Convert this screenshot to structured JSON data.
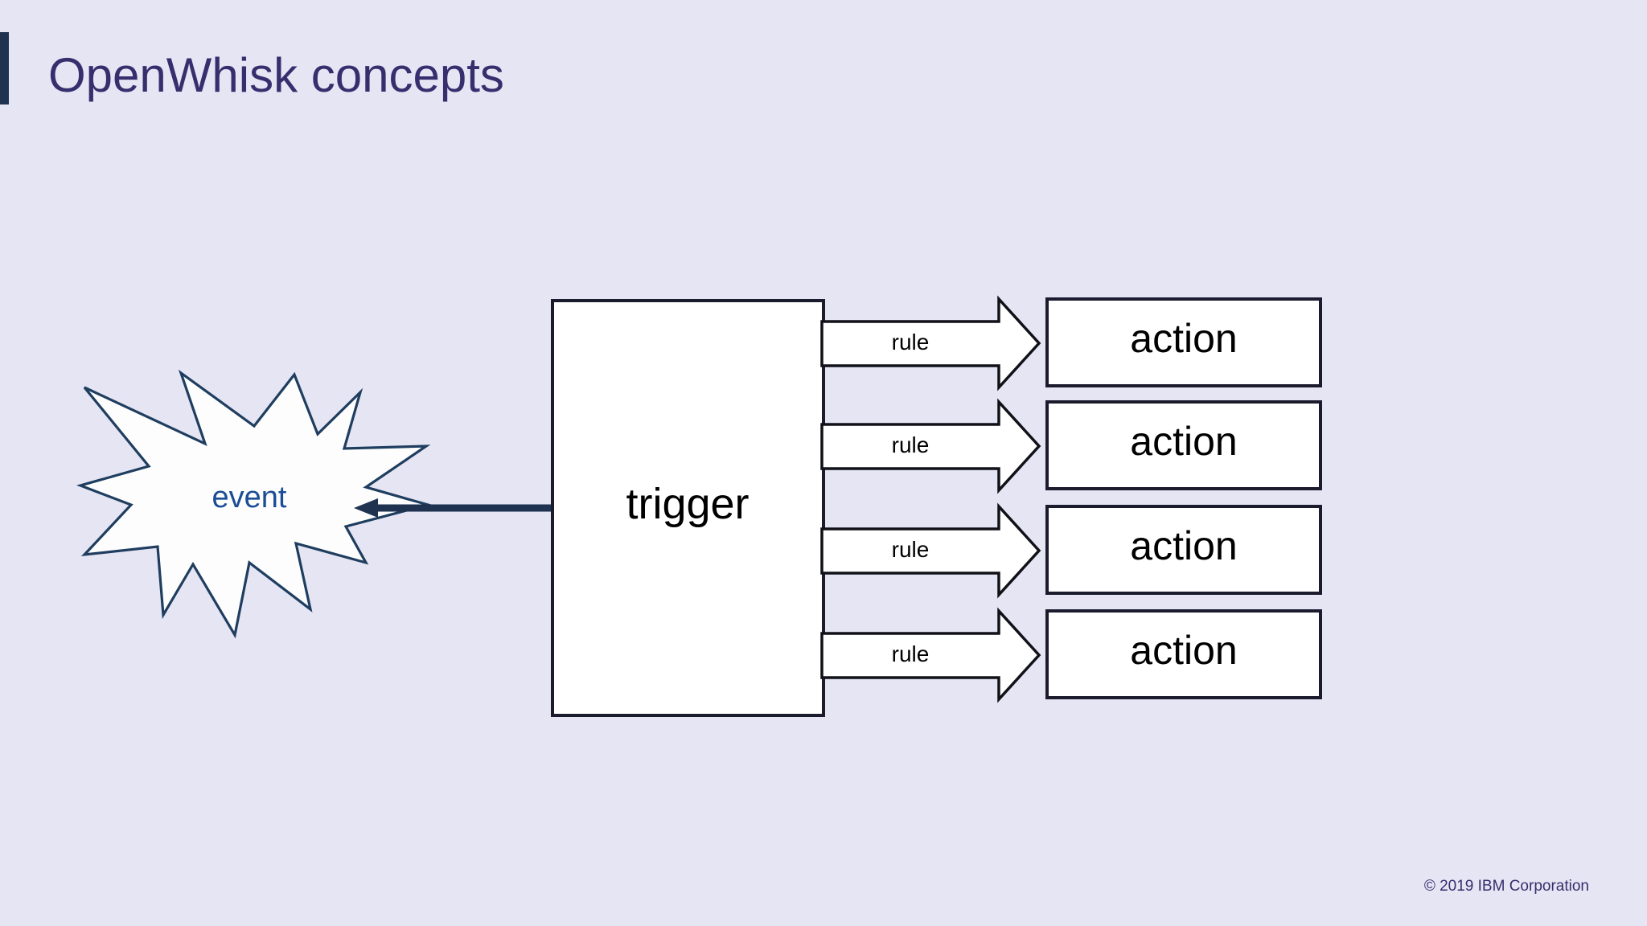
{
  "slide": {
    "title": "OpenWhisk concepts",
    "footer": "© 2019 IBM Corporation",
    "background_color": "#e6e5f4",
    "title_color": "#352f6e",
    "accent_bar_color": "#1f3350"
  },
  "diagram": {
    "event": {
      "label": "event",
      "shape": "starburst",
      "text_color": "#1b4d96",
      "stroke_color": "#1f3e5f",
      "fill_color": "#fdfdfd"
    },
    "connector": {
      "from": "event",
      "to": "trigger",
      "color": "#1f3350",
      "arrowhead": "left"
    },
    "trigger": {
      "label": "trigger",
      "shape": "rectangle",
      "text_color": "#000000",
      "stroke_color": "#1b1b2e",
      "fill_color": "#ffffff"
    },
    "rules": [
      {
        "label": "rule"
      },
      {
        "label": "rule"
      },
      {
        "label": "rule"
      },
      {
        "label": "rule"
      }
    ],
    "actions": [
      {
        "label": "action"
      },
      {
        "label": "action"
      },
      {
        "label": "action"
      },
      {
        "label": "action"
      }
    ],
    "rule_arrow": {
      "shape": "block-arrow-right",
      "text_color": "#000000",
      "stroke_color": "#111118",
      "fill_color": "#ffffff"
    },
    "action_box": {
      "shape": "rectangle",
      "text_color": "#000000",
      "stroke_color": "#1b1b2e",
      "fill_color": "#ffffff"
    }
  }
}
